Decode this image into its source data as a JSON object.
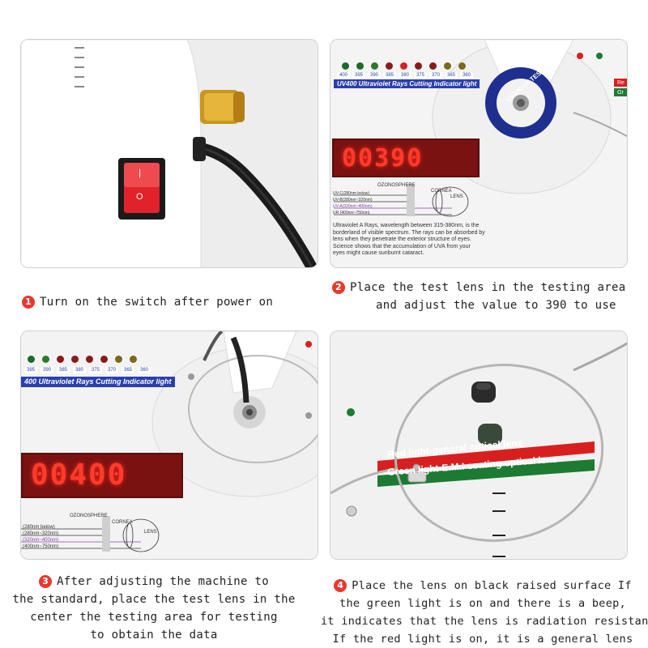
{
  "panel1": {
    "switch_on": "|",
    "switch_off": "O"
  },
  "panel2": {
    "led_value": "00390",
    "uv_bar": "UV400 Ultraviolet Rays Cutting Indicator light",
    "uv_numbers": [
      "400",
      "395",
      "390",
      "385",
      "380",
      "375",
      "370",
      "365",
      "360"
    ],
    "ring_text": "UV390nm  TEST LENS",
    "ozonosphere": "OZONOSPHERE",
    "cornea": "CORNEA",
    "lens": "LENS",
    "ray_lines": [
      "UV-C(280nm below)",
      "UV-B(280nm~320nm)",
      "UV-A(320nm~400nm)",
      "UR (400nm~750nm)"
    ],
    "desc_lines": [
      "Ultraviolet A Rays, wavelength between 315-380nm, is the",
      "borderland of visible spectrum. The rays can be absorbed by",
      "lens when they penetrate the exterior structure of eyes.",
      "Science shows that the accumulation of UVA from your",
      "eyes might cause sunburnt cataract."
    ],
    "corner_text_red": "Re",
    "corner_text_green": "Gr"
  },
  "panel3": {
    "led_value": "00400",
    "uv_bar": "400 Ultraviolet Rays Cutting Indicator light",
    "uv_numbers": [
      "395",
      "390",
      "385",
      "380",
      "375",
      "370",
      "365",
      "360"
    ],
    "ozonosphere": "OZONOSPHERE",
    "cornea": "CORNEA",
    "lens": "LENS",
    "ray_lines": [
      "(280nm below)",
      "(280nm~320nm)",
      "(320nm~400nm)",
      "(400nm~750nm)"
    ]
  },
  "panel4": {
    "red_label": "Red light-general optical lens",
    "green_label": "Green light-E.M.I coating optical lens"
  },
  "captions": {
    "c1_num": "1",
    "c1_line1": "Turn on the switch after power on",
    "c2_num": "2",
    "c2_line1": "Place the test lens in the testing area",
    "c2_line2": "and adjust the value to 390 to use",
    "c3_num": "3",
    "c3_line1": "After adjusting the machine to",
    "c3_line2": "the standard, place the test lens in the",
    "c3_line3": "center the testing area for testing",
    "c3_line4": "to obtain the data",
    "c4_num": "4",
    "c4_line1": "Place the lens on black raised surface If",
    "c4_line2": "the green light is on and there is a beep,",
    "c4_line3": "it indicates that the lens is radiation resistant.",
    "c4_line4": "If the red light is on, it is a general lens"
  },
  "colors": {
    "led_red": "#ff3b2b",
    "uv_blue": "#2a3fae",
    "badge_red": "#e8382f",
    "switch_red": "#e0232a"
  }
}
